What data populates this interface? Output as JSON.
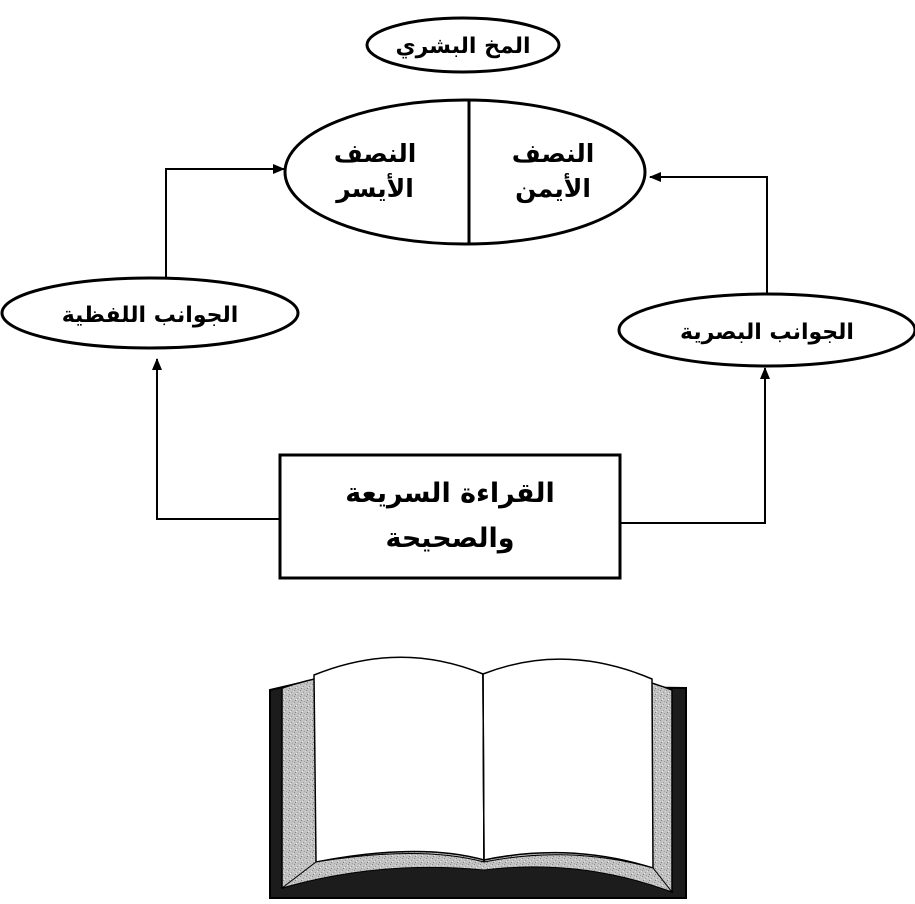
{
  "diagram": {
    "brain_label": "المخ البشري",
    "right_half_line1": "النصف",
    "right_half_line2": "الأيمن",
    "left_half_line1": "النصف",
    "left_half_line2": "الأيسر",
    "verbal_aspects": "الجوانب اللفظية",
    "visual_aspects": "الجوانب البصرية",
    "reading_line1": "القراءة السريعة",
    "reading_line2": "والصحيحة"
  },
  "illustration": {
    "icon": "open-book-icon"
  }
}
